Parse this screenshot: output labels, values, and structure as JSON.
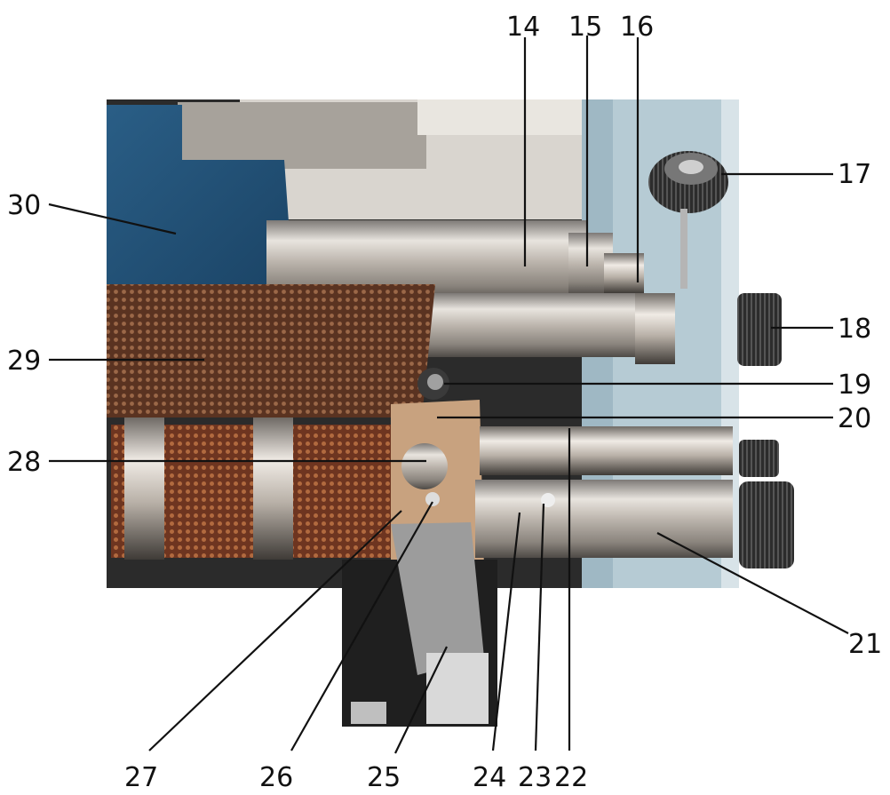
{
  "figure": {
    "callouts": [
      {
        "id": "c14",
        "label": "14"
      },
      {
        "id": "c15",
        "label": "15"
      },
      {
        "id": "c16",
        "label": "16"
      },
      {
        "id": "c17",
        "label": "17"
      },
      {
        "id": "c18",
        "label": "18"
      },
      {
        "id": "c19",
        "label": "19"
      },
      {
        "id": "c20",
        "label": "20"
      },
      {
        "id": "c21",
        "label": "21"
      },
      {
        "id": "c22",
        "label": "22"
      },
      {
        "id": "c23",
        "label": "23"
      },
      {
        "id": "c24",
        "label": "24"
      },
      {
        "id": "c25",
        "label": "25"
      },
      {
        "id": "c26",
        "label": "26"
      },
      {
        "id": "c27",
        "label": "27"
      },
      {
        "id": "c28",
        "label": "28"
      },
      {
        "id": "c29",
        "label": "29"
      },
      {
        "id": "c30",
        "label": "30"
      }
    ]
  }
}
